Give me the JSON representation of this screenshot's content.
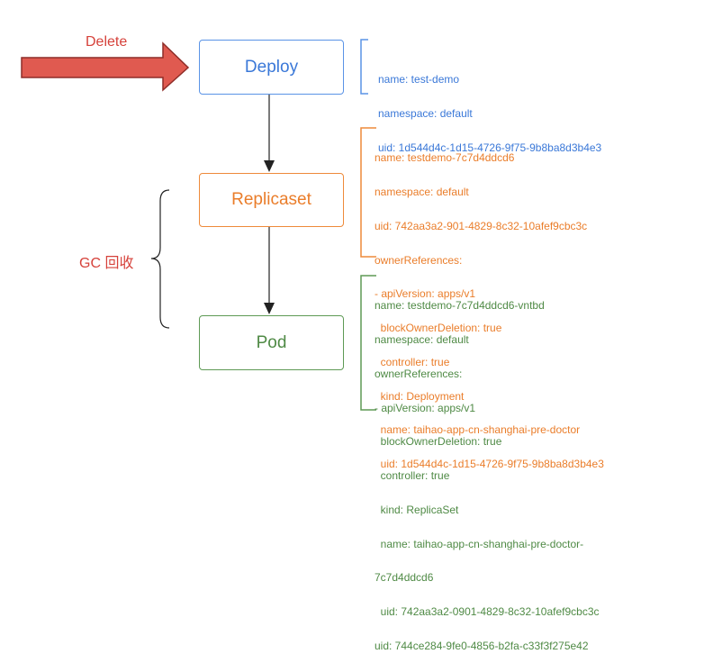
{
  "nodes": {
    "deploy": "Deploy",
    "replicaset": "Replicaset",
    "pod": "Pod"
  },
  "labels": {
    "delete": "Delete",
    "gc": "GC 回收"
  },
  "deploy_info": {
    "lines": [
      "name: test-demo",
      "namespace: default",
      "uid: 1d544d4c-1d15-4726-9f75-9b8ba8d3b4e3"
    ]
  },
  "replicaset_info": {
    "lines": [
      "name: testdemo-7c7d4ddcd6",
      "namespace: default",
      "uid: 742aa3a2-901-4829-8c32-10afef9cbc3c",
      "ownerReferences:",
      "- apiVersion: apps/v1",
      "  blockOwnerDeletion: true",
      "  controller: true",
      "  kind: Deployment",
      "  name: taihao-app-cn-shanghai-pre-doctor",
      "  uid: 1d544d4c-1d15-4726-9f75-9b8ba8d3b4e3"
    ]
  },
  "pod_info": {
    "lines": [
      "name: testdemo-7c7d4ddcd6-vntbd",
      "namespace: default",
      "ownerReferences:",
      "- apiVersion: apps/v1",
      "  blockOwnerDeletion: true",
      "  controller: true",
      "  kind: ReplicaSet",
      "  name: taihao-app-cn-shanghai-pre-doctor-",
      "7c7d4ddcd6",
      "  uid: 742aa3a2-0901-4829-8c32-10afef9cbc3c",
      "uid: 744ce284-9fe0-4856-b2fa-c33f3f275e42"
    ]
  },
  "colors": {
    "deploy": "#3a78d8",
    "replicaset": "#ea7d2a",
    "pod": "#4f8a45",
    "delete": "#d6423b"
  }
}
